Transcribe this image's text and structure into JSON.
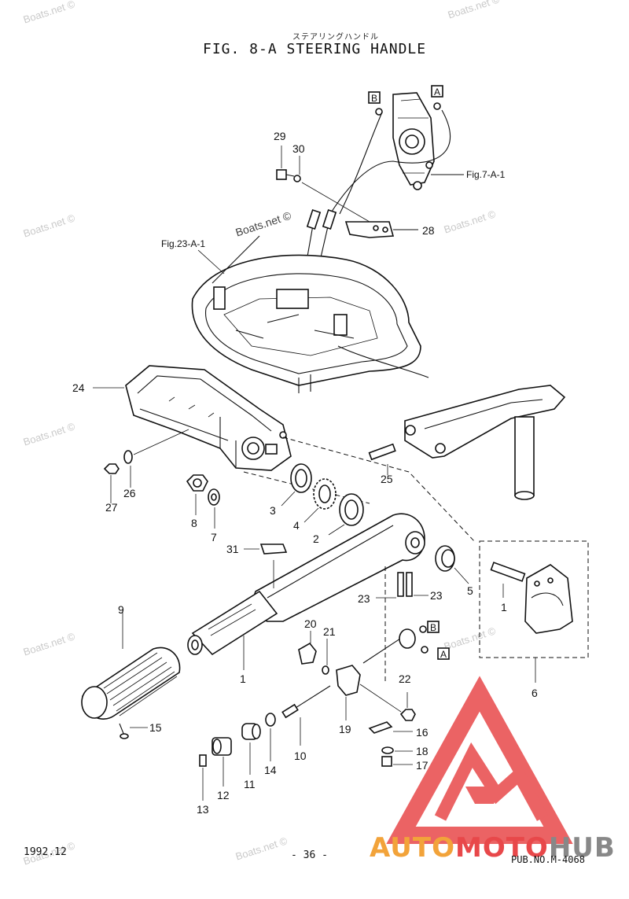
{
  "header": {
    "japanese_title": "ステアリングハンドル",
    "figure_title": "FIG.  8-A STEERING HANDLE"
  },
  "watermark": "Boats.net ©",
  "references": {
    "fig7": "Fig.7-A-1",
    "fig23": "Fig.23-A-1",
    "box_a": "A",
    "box_b": "B"
  },
  "callouts": [
    "1",
    "2",
    "3",
    "4",
    "5",
    "6",
    "7",
    "8",
    "9",
    "10",
    "11",
    "12",
    "13",
    "14",
    "15",
    "16",
    "17",
    "18",
    "19",
    "20",
    "21",
    "22",
    "23",
    "24",
    "25",
    "26",
    "27",
    "28",
    "29",
    "30",
    "31"
  ],
  "footer": {
    "date": "1992.12",
    "page": "- 36 -",
    "pub_no": "PUB.NO.M-4068"
  },
  "logo": {
    "text_part1": "AUTO",
    "text_part2": "MOTO",
    "text_part3": "HUB",
    "color_orange": "#f2a33a",
    "color_red": "#e8484a"
  }
}
